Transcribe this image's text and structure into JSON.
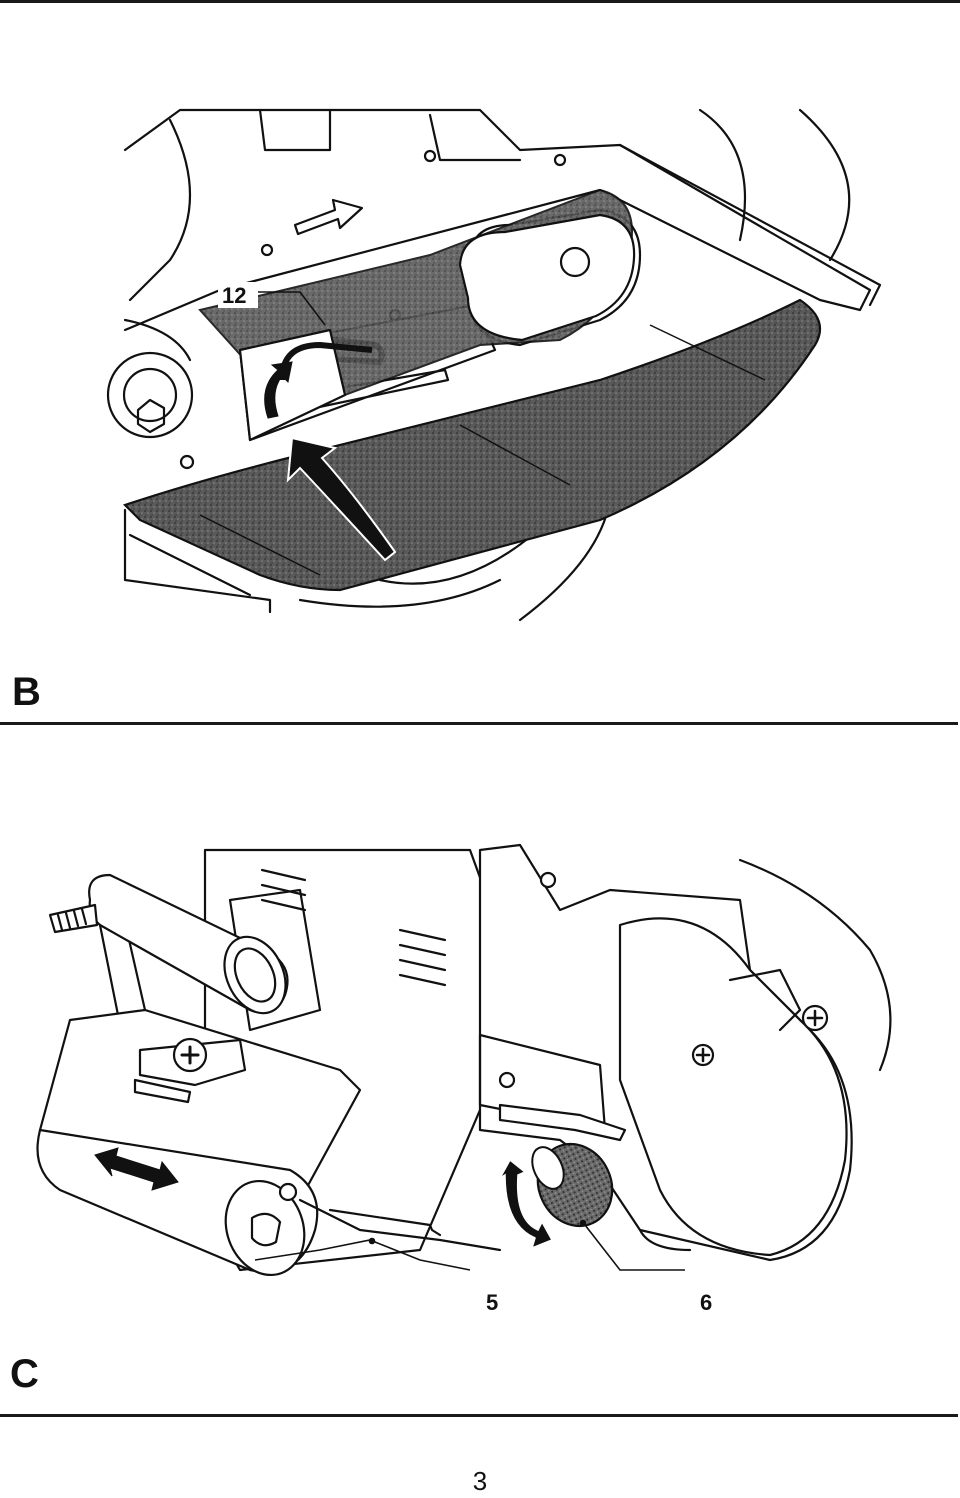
{
  "figure_b": {
    "letter": "B",
    "callouts": {
      "belt_lever": "12"
    }
  },
  "figure_c": {
    "letter": "C",
    "callouts": {
      "front_roller": "5",
      "tracking_knob": "6"
    }
  },
  "page_number": "3",
  "colors": {
    "ink": "#111111",
    "belt": "#4a4a4a",
    "paper": "#ffffff"
  }
}
